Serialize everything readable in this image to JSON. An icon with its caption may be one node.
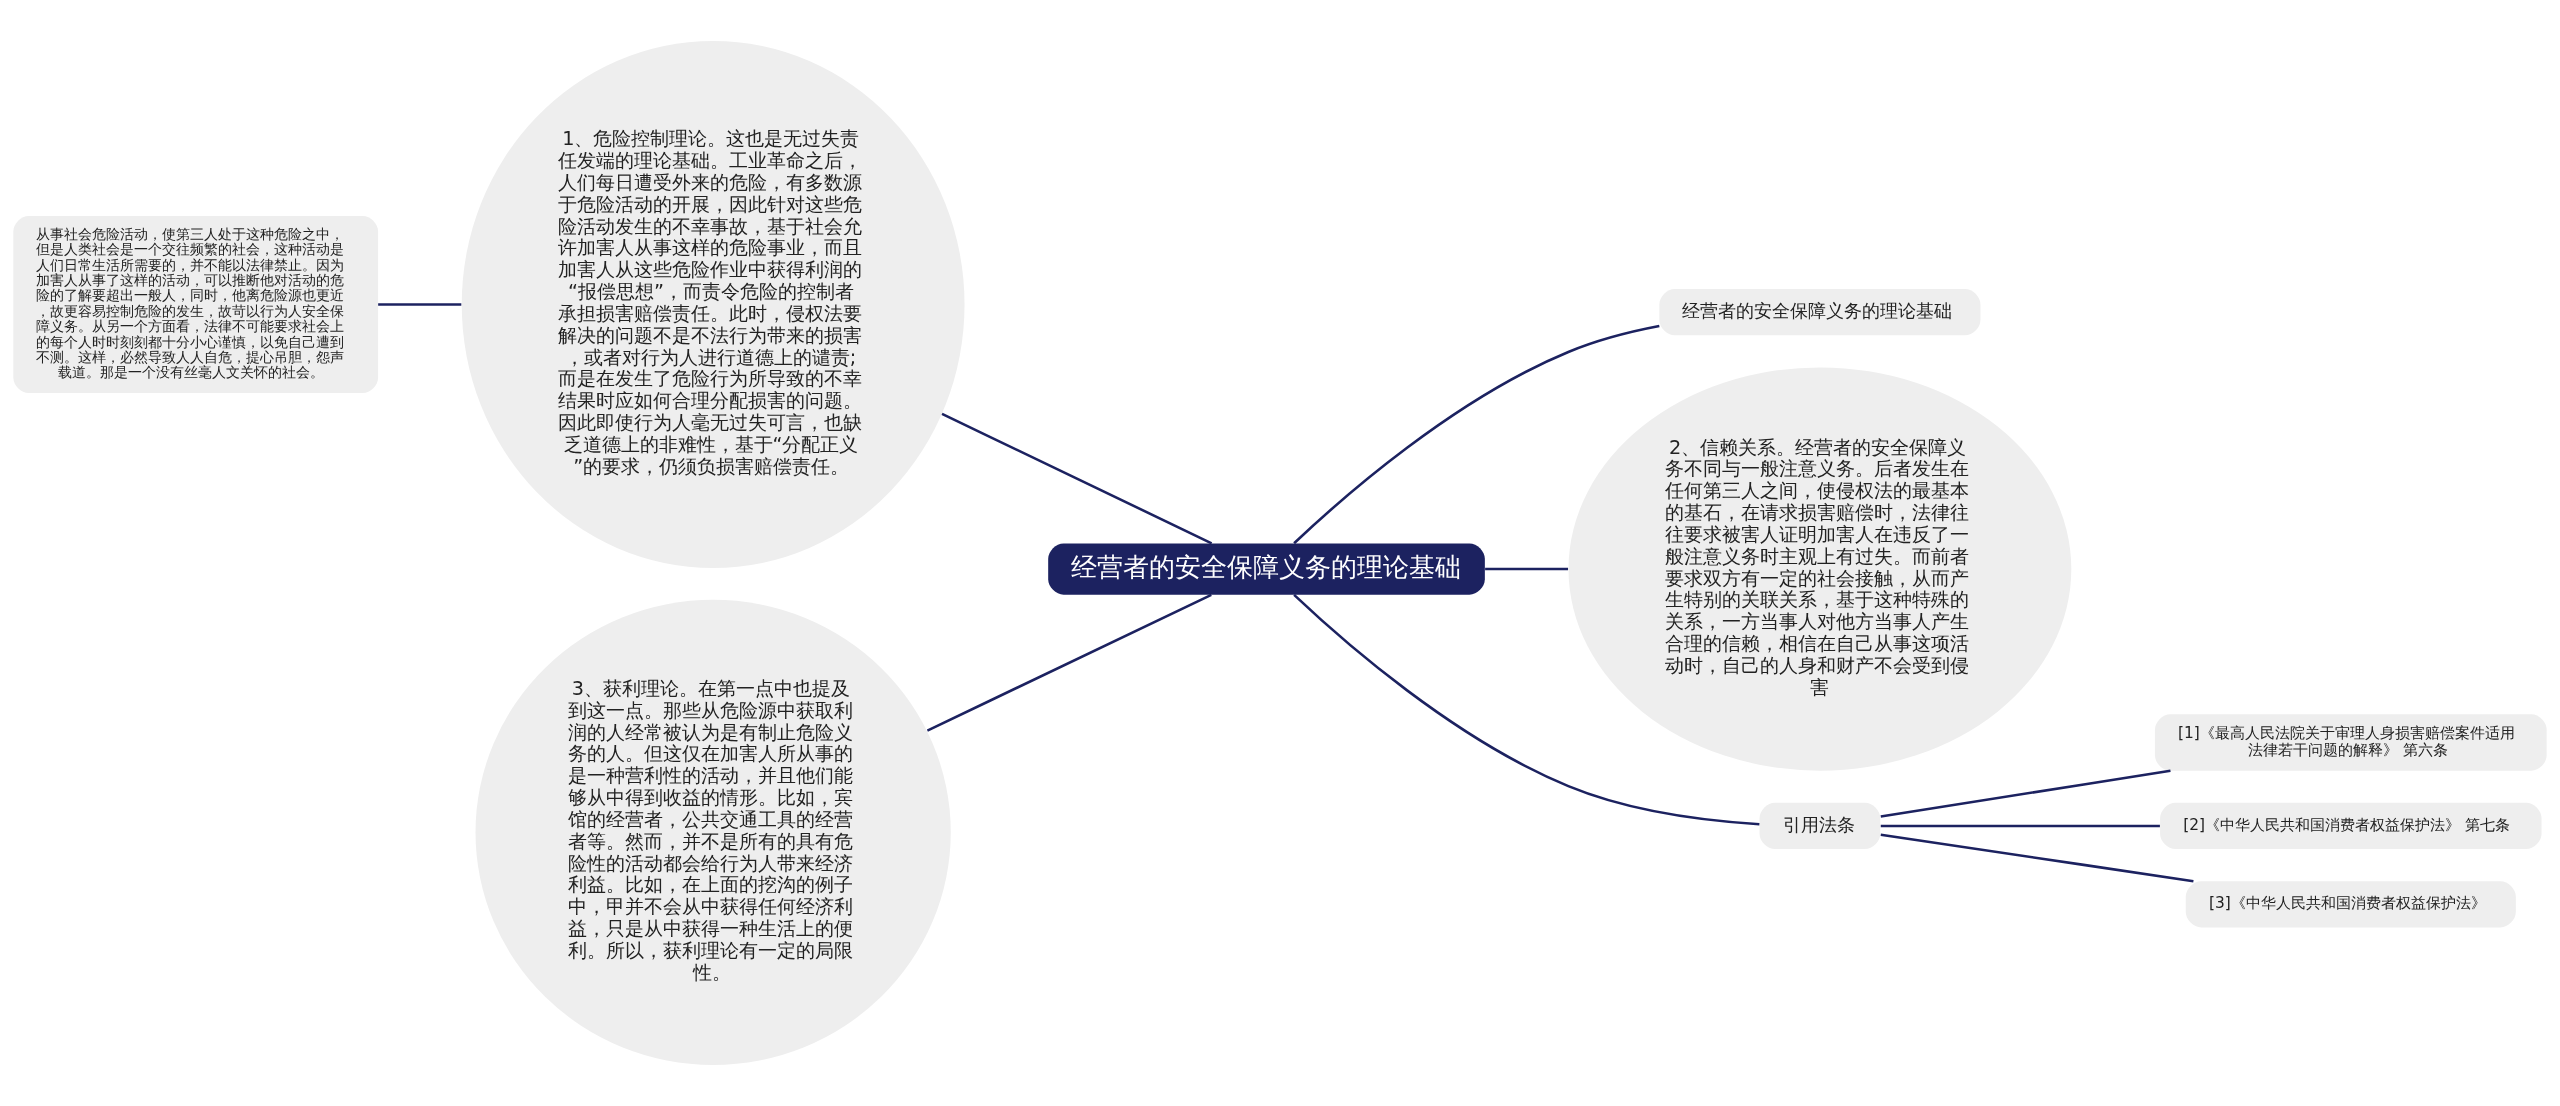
{
  "diagram": {
    "nodes": [
      {
        "text": [
          "经营者的安全保障义务的理论基础"
        ]
      },
      {
        "text": [
          "1、危险控制理论。这也是无过失责任发端的理论基础。工业革命之后，人们每日遭受外来的危险，有多数源于危险活动的开展，因此针对这些危险活动发生的不幸事故，基于社会允许加害人从事这样的危险事业，而且加害人从这些危险作业中获得利润的“报偿思想”，而责令危险的控制者承担损害赔偿责任。此时，侵权法要解决的问题不是不法行为带来的损害，或者对行为人进行道德上的谴责;而是在发生了危险行为所导致的不幸结果时应如何合理分配损害的问题。因此即使行为人毫无过失可言，也缺乏道德上的非难性，基于“分配正义”的要求，仍须负损害赔偿责任。"
        ]
      },
      {
        "text": [
          "从事社会危险活动，使第三人处于这种危险之中，但是人类社会是一个交往频繁的社会，这种活动是人们日常生活所需要的，并不能以法律禁止。因为加害人从事了这样的活动，可以推断他对活动的危险的了解要超出一般人，同时，他离危险源也更近，故更容易控制危险的发生，故苛以行为人安全保障义务。从另一个方面看，法律不可能要求社会上的每个人时时刻刻都十分小心谨慎，以免自己遭到不测。这样，必然导致人人自危，提心吊胆，怨声载道。那是一个没有丝毫人文关怀的社会。"
        ]
      },
      {
        "text": [
          "3、获利理论。在第一点中也提及到这一点。那些从危险源中获取利润的人经常被认为是有制止危险义务的人。但这仅在加害人所从事的是一种营利性的活动，并且他们能够从中得到收益的情形。比如，宾馆的经营者，公共交通工具的经营者等。然而，并不是所有的具有危险性的活动都会给行为人带来经济利益。比如，在上面的挖沟的例子中，甲并不会从中获得任何经济利益，只是从中获得一种生活上的便利。所以，获利理论有一定的局限性。"
        ]
      },
      {
        "text": [
          "经营者的安全保障义务的理论基础"
        ]
      },
      {
        "text": [
          "2、信赖关系。经营者的安全保障义务不同与一般注意义务。后者发生在任何第三人之间，使侵权法的最基本的基石，在请求损害赔偿时，法律往往要求被害人证明加害人在违反了一般注意义务时主观上有过失。而前者要求双方有一定的社会接触，从而产生特别的关联关系，基于这种特殊的关系，一方当事人对他方当事人产生合理的信赖，相信在自己从事这项活动时，自己的人身和财产不会受到侵害"
        ]
      },
      {
        "text": [
          "引用法条"
        ]
      },
      {
        "text": [
          "[1]《最高人民法院关于审理人身损害赔偿案件适用法律若干问题的解释》 第六条"
        ]
      },
      {
        "text": [
          "[2]《中华人民共和国消费者权益保护法》 第七条"
        ]
      },
      {
        "text": [
          "[3]《中华人民共和国消费者权益保护法》"
        ]
      }
    ],
    "edges": [
      {
        "from": 0,
        "to": 1,
        "arrow": "none"
      },
      {
        "from": 1,
        "to": 2,
        "arrow": "none"
      },
      {
        "from": 0,
        "to": 3,
        "arrow": "none"
      },
      {
        "from": 0,
        "to": 4,
        "arrow": "none"
      },
      {
        "from": 0,
        "to": 5,
        "arrow": "none"
      },
      {
        "from": 0,
        "to": 6,
        "arrow": "none"
      },
      {
        "from": 6,
        "to": 7,
        "arrow": "none"
      },
      {
        "from": 6,
        "to": 8,
        "arrow": "none"
      },
      {
        "from": 6,
        "to": 9,
        "arrow": "none"
      }
    ]
  }
}
